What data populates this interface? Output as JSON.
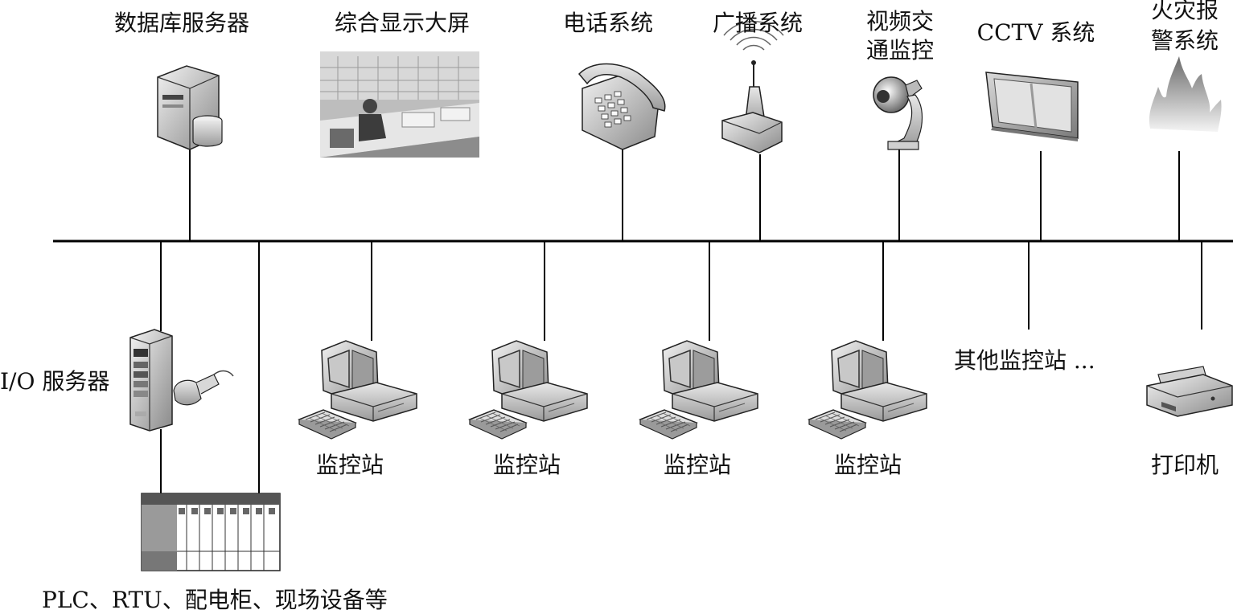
{
  "top_devices": [
    {
      "id": "database-server",
      "label": "数据库服务器",
      "icon": "database-server-icon"
    },
    {
      "id": "display-wall",
      "label": "综合显示大屏",
      "icon": "control-room-photo"
    },
    {
      "id": "phone-system",
      "label": "电话系统",
      "icon": "telephone-icon"
    },
    {
      "id": "broadcast-system",
      "label": "广播系统",
      "icon": "broadcast-antenna-icon"
    },
    {
      "id": "traffic-video",
      "label_lines": [
        "视频交",
        "通监控"
      ],
      "icon": "dome-camera-icon"
    },
    {
      "id": "cctv-system",
      "label": "CCTV 系统",
      "icon": "monitor-screen-icon"
    },
    {
      "id": "fire-alarm",
      "label_lines": [
        "火灾报",
        "警系统"
      ],
      "icon": "fire-icon"
    }
  ],
  "bottom_devices": {
    "io_server": {
      "label": "I/O 服务器",
      "icon": "io-server-icon"
    },
    "plc": {
      "label": "PLC、RTU、配电柜、现场设备等",
      "icon": "plc-rack-icon"
    },
    "stations": [
      {
        "label": "监控站",
        "icon": "workstation-icon"
      },
      {
        "label": "监控站",
        "icon": "workstation-icon"
      },
      {
        "label": "监控站",
        "icon": "workstation-icon"
      },
      {
        "label": "监控站",
        "icon": "workstation-icon"
      }
    ],
    "other_stations": {
      "label": "其他监控站 ..."
    },
    "printer": {
      "label": "打印机",
      "icon": "printer-icon"
    }
  }
}
